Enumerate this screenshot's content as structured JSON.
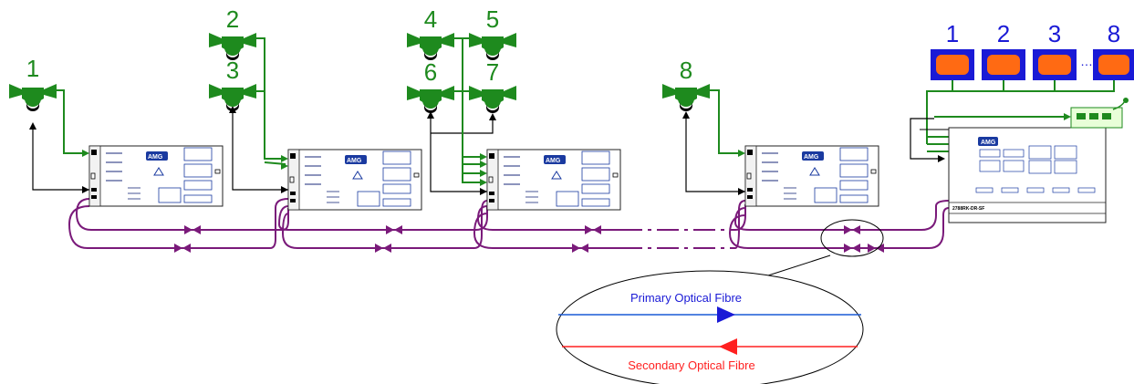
{
  "cameras": [
    {
      "id": "cam-1",
      "label": "1"
    },
    {
      "id": "cam-2",
      "label": "2"
    },
    {
      "id": "cam-3",
      "label": "3"
    },
    {
      "id": "cam-4",
      "label": "4"
    },
    {
      "id": "cam-5",
      "label": "5"
    },
    {
      "id": "cam-6",
      "label": "6"
    },
    {
      "id": "cam-7",
      "label": "7"
    },
    {
      "id": "cam-8",
      "label": "8"
    }
  ],
  "monitors": [
    {
      "label": "1"
    },
    {
      "label": "2"
    },
    {
      "label": "3"
    },
    {
      "label": "8"
    }
  ],
  "monitor_ellipsis": "……",
  "device_logo": "AMG",
  "receiver_logo": "AMG",
  "receiver_model": "2788RK-DR-SF",
  "legend": {
    "primary": "Primary Optical Fibre",
    "secondary": "Secondary Optical Fibre"
  },
  "colors": {
    "camera": "#1e8a1e",
    "monitor_frame": "#1a1ad6",
    "monitor_screen": "#ff6a13",
    "fibre": "#7a1a7a",
    "primary": "#1a5ad6",
    "secondary": "#ff2020",
    "logo": "#1a3aa0"
  }
}
